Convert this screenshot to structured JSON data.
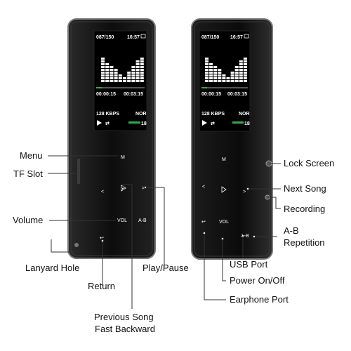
{
  "screen": {
    "track_counter": "087/150",
    "clock": "16:57",
    "time_elapsed": "00:00:15",
    "time_total": "00:03:15",
    "bitrate": "128 KBPS",
    "eq_mode": "NOR",
    "volume_level": "18",
    "play_icon": "play-triangle-icon",
    "repeat_icon": "repeat-icon"
  },
  "keys": {
    "menu": "M",
    "vol": "VOL",
    "ab": "A-B"
  },
  "labels": {
    "menu": "Menu",
    "tf_slot": "TF Slot",
    "volume": "Volume",
    "lanyard_hole": "Lanyard Hole",
    "return": "Return",
    "previous_song": "Previous Song",
    "fast_backward": "Fast Backward",
    "play_pause": "Play/Pause",
    "lock_screen": "Lock Screen",
    "next_song": "Next Song",
    "recording": "Recording",
    "ab_repetition_1": "A-B",
    "ab_repetition_2": "Repetition",
    "usb_port": "USB Port",
    "power": "Power On/Off",
    "earphone_port": "Earphone Port"
  },
  "colors": {
    "device_body": "#121212",
    "device_edge": "#8a8a8a",
    "screen_bg": "#000000",
    "progress_green": "#2fae4a",
    "leader_line": "#333333"
  }
}
